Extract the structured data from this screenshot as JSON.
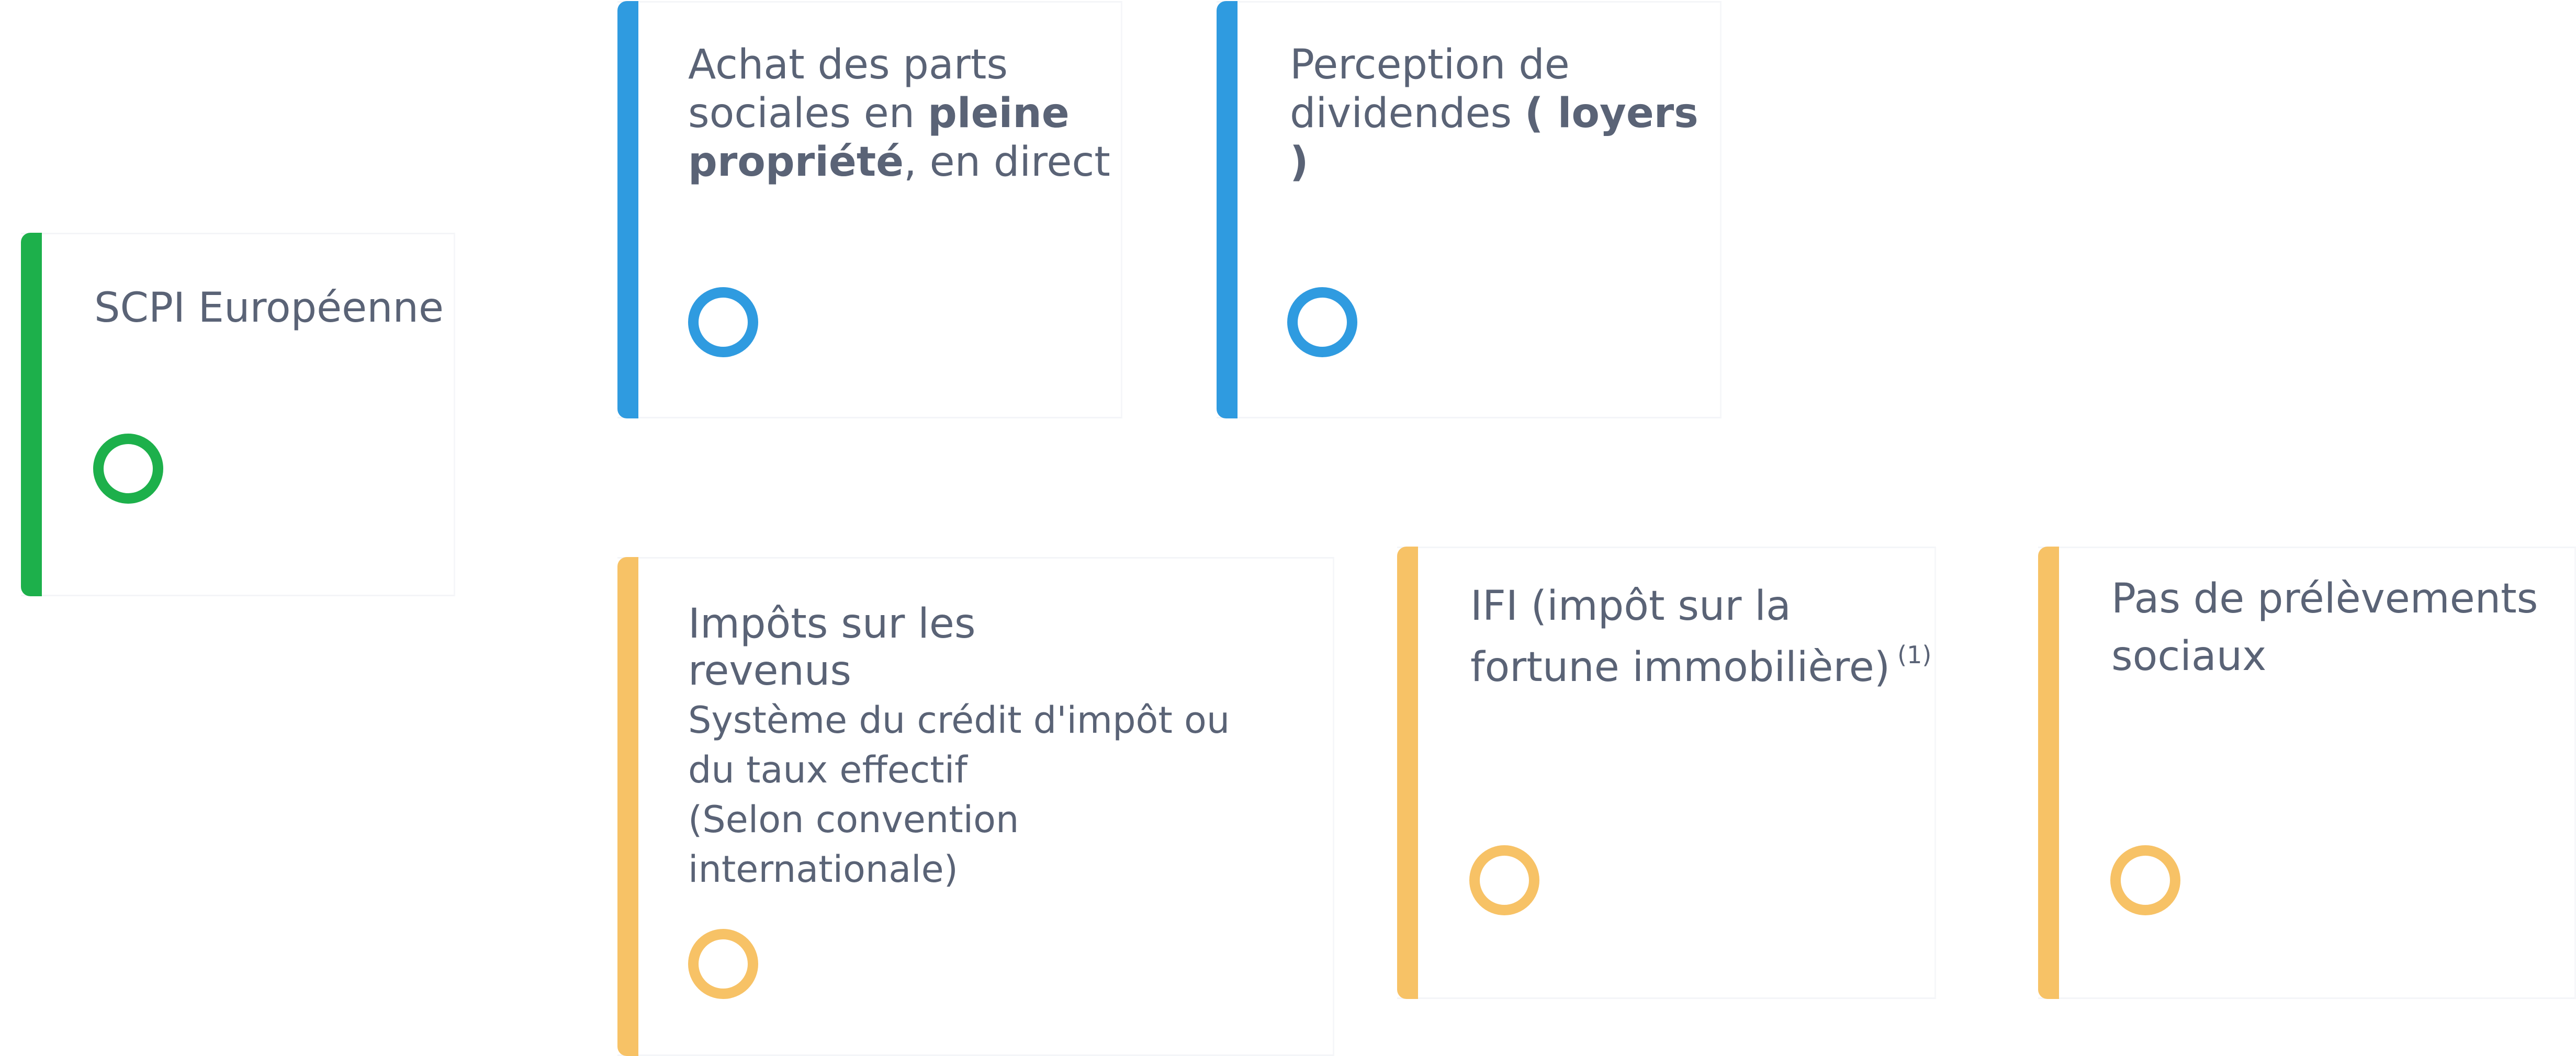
{
  "colors": {
    "green": "#1db04b",
    "blue": "#2f9be0",
    "yellow": "#f7c266",
    "text": "#5a6376",
    "connector": "#6b7188"
  },
  "nodes": {
    "scpi": {
      "title": "SCPI Européenne"
    },
    "achat": {
      "title_1": "Achat des parts",
      "title_2a": "sociales en ",
      "title_2b": "pleine",
      "title_3a": "propriété",
      "title_3b": ", en direct"
    },
    "perception": {
      "title_1": "Perception de",
      "title_2a": "dividendes ",
      "title_2b": "( loyers )"
    },
    "impots": {
      "title_1": "Impôts sur les",
      "title_2": "revenus",
      "desc_1": "Système du crédit d'impôt ou",
      "desc_2": "du taux effectif",
      "desc_3": "(Selon convention",
      "desc_4": "internationale)"
    },
    "ifi": {
      "title_1": "IFI (impôt sur la",
      "title_2": "fortune immobilière)",
      "note": "(1)"
    },
    "prelevements": {
      "title_1": "Pas de prélèvements",
      "title_2": "sociaux"
    }
  }
}
